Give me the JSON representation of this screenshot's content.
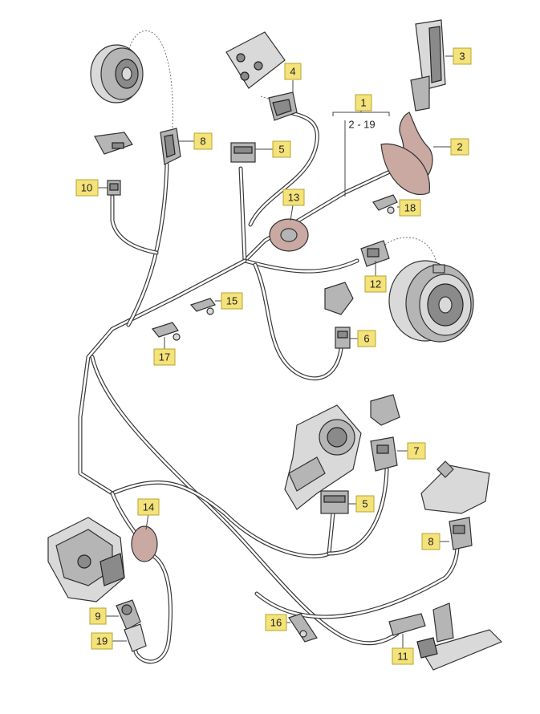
{
  "labels": {
    "l1": "1",
    "l1_range": "2 - 19",
    "l2": "2",
    "l3": "3",
    "l4": "4",
    "l5a": "5",
    "l5b": "5",
    "l6": "6",
    "l7": "7",
    "l8a": "8",
    "l8b": "8",
    "l9": "9",
    "l10": "10",
    "l11": "11",
    "l12": "12",
    "l13": "13",
    "l14": "14",
    "l15": "15",
    "l16": "16",
    "l17": "17",
    "l18": "18",
    "l19": "19"
  },
  "colors": {
    "label_fill": "#f4e27a",
    "grommet": "#c9a9a1",
    "wire": "#3a3a3a"
  }
}
